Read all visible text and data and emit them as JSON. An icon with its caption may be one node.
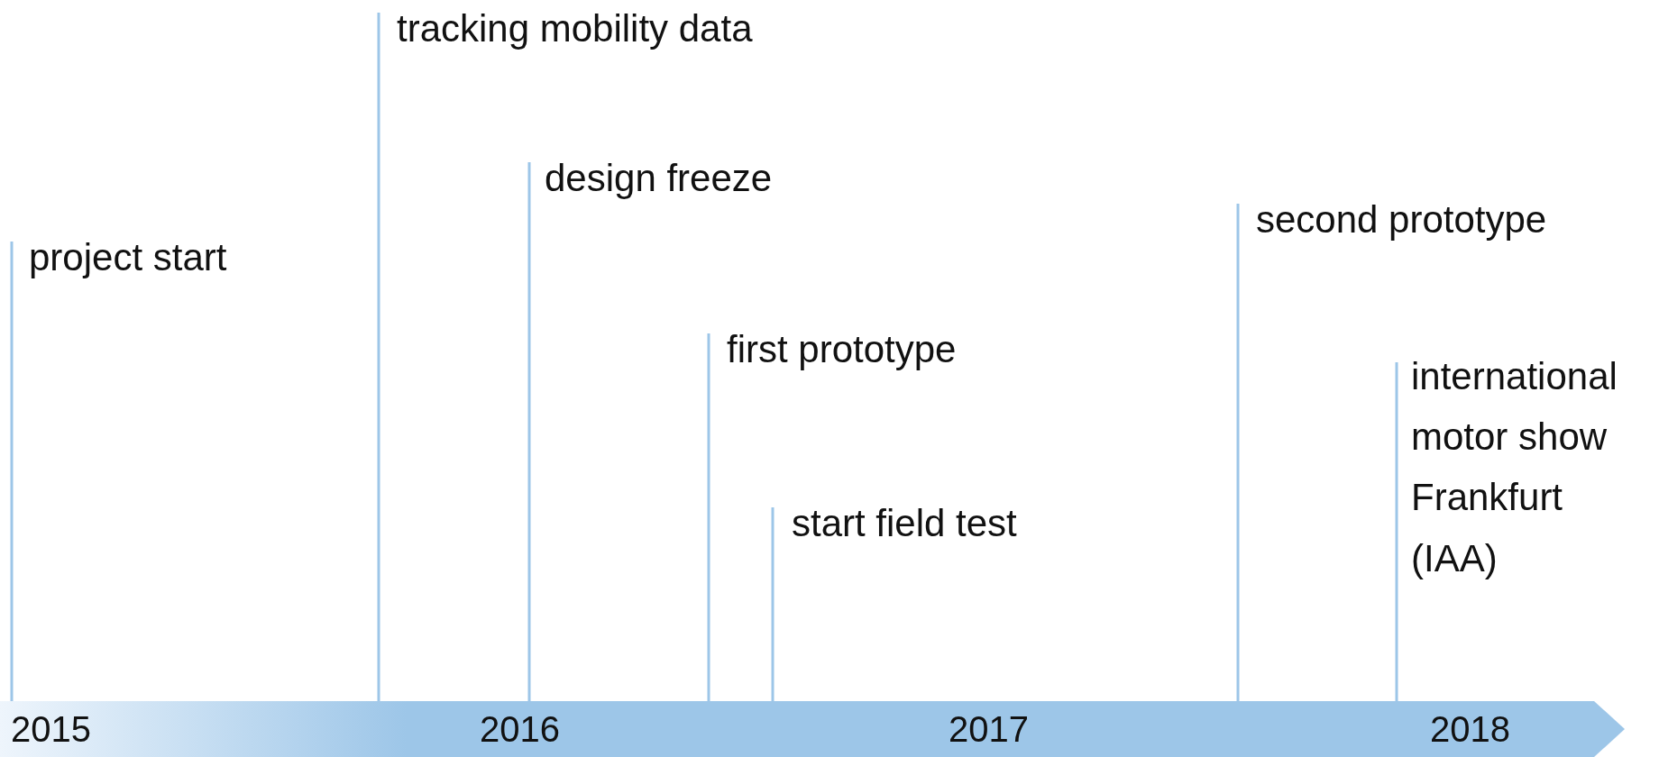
{
  "diagram": {
    "nodes": [
      {
        "text": [
          "2015",
          "2016",
          "2017",
          "2018"
        ]
      },
      {
        "text": [
          "project start"
        ]
      },
      {
        "text": [
          "tracking mobility data"
        ]
      },
      {
        "text": [
          "design freeze"
        ]
      },
      {
        "text": [
          "first prototype"
        ]
      },
      {
        "text": [
          "start field test"
        ]
      },
      {
        "text": [
          "second prototype"
        ]
      },
      {
        "text": [
          "international motor show Frankfurt (IAA)"
        ]
      }
    ],
    "edges": [
      {
        "from": 1,
        "to": 0,
        "arrow": "none"
      },
      {
        "from": 2,
        "to": 0,
        "arrow": "none"
      },
      {
        "from": 3,
        "to": 0,
        "arrow": "none"
      },
      {
        "from": 4,
        "to": 0,
        "arrow": "none"
      },
      {
        "from": 5,
        "to": 0,
        "arrow": "none"
      },
      {
        "from": 6,
        "to": 0,
        "arrow": "none"
      },
      {
        "from": 7,
        "to": 0,
        "arrow": "none"
      }
    ]
  }
}
